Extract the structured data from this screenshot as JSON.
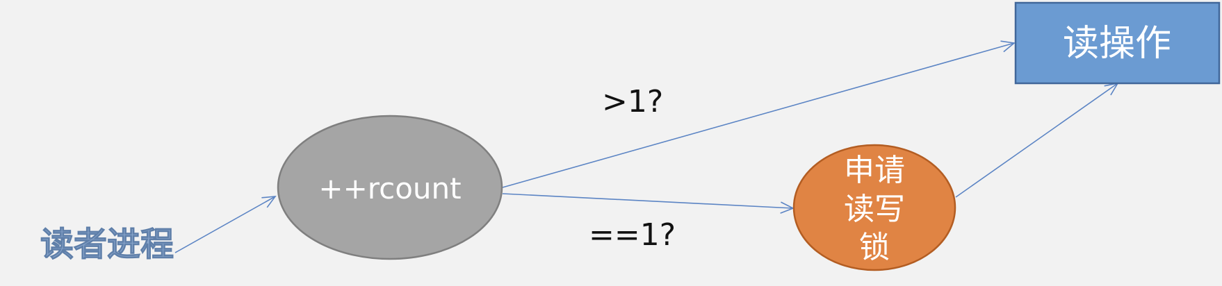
{
  "diagram": {
    "start_label": "读者进程",
    "increment_node": "++rcount",
    "lock_node_lines": [
      "申请",
      "读写",
      "锁"
    ],
    "read_node": "读操作",
    "condition_gt": ">1?",
    "condition_eq": "==1?",
    "colors": {
      "background": "#f2f2f2",
      "increment_fill": "#a5a5a5",
      "lock_fill": "#e08444",
      "read_fill": "#6b9bd2",
      "arrow": "#5b84c4"
    }
  }
}
